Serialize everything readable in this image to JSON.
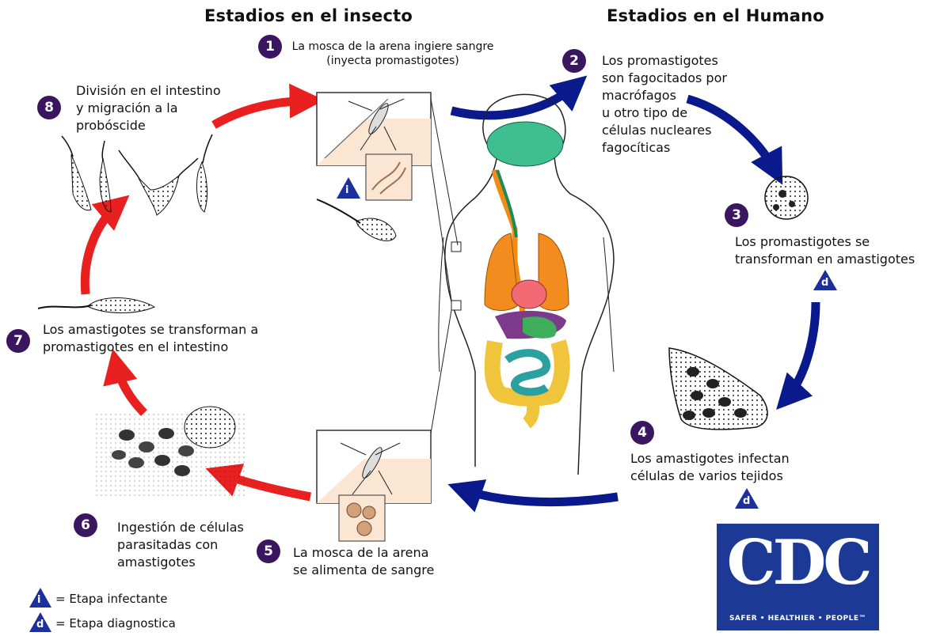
{
  "headings": {
    "insect": "Estadios en el insecto",
    "human": "Estadios en el Humano"
  },
  "steps": [
    {
      "n": "1",
      "text": "La mosca de la arena ingiere sangre\n(inyecta promastigotes)"
    },
    {
      "n": "2",
      "text": "Los promastigotes\nson fagocitados por\nmacrófagos\nu otro tipo de\ncélulas nucleares\nfagocíticas"
    },
    {
      "n": "3",
      "text": "Los promastigotes se\ntransforman en amastigotes"
    },
    {
      "n": "4",
      "text": "Los amastigotes infectan\ncélulas de varios tejidos"
    },
    {
      "n": "5",
      "text": "La mosca de la arena\nse alimenta de sangre"
    },
    {
      "n": "6",
      "text": "Ingestión de células\nparasitadas con\namastigotes"
    },
    {
      "n": "7",
      "text": "Los amastigotes se transforman a\npromastigotes en el intestino"
    },
    {
      "n": "8",
      "text": "División en el intestino\ny migración a la\nprobóscide"
    }
  ],
  "badges": {
    "infective": "i",
    "diagnostic": "d"
  },
  "legend": {
    "infective_label": "= Etapa infectante",
    "diagnostic_label": "= Etapa diagnostica"
  },
  "logo": {
    "letters": "CDC",
    "tagline": "SAFER • HEALTHIER • PEOPLE™"
  },
  "colors": {
    "insect_arrow": "#e8201f",
    "human_arrow": "#0a1a8c",
    "step_circle": "#3a1560",
    "badge": "#1c2f9a",
    "cdc_blue": "#1c3a95"
  }
}
